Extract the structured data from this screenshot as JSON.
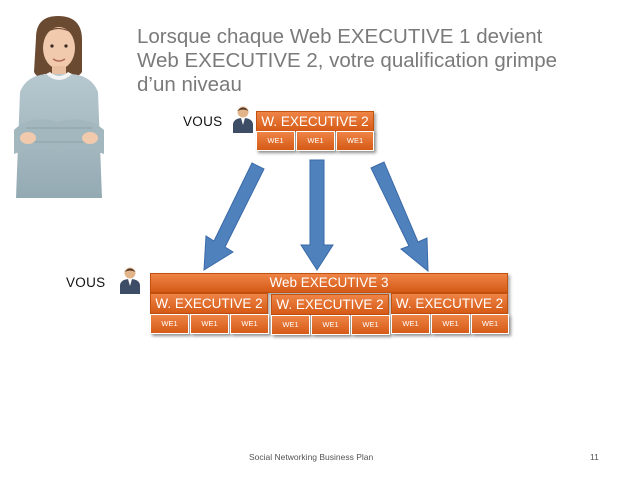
{
  "slide": {
    "title_lines": [
      "Lorsque chaque Web EXECUTIVE 1 devient",
      "Web EXECUTIVE 2, votre qualification grimpe",
      "d’un niveau"
    ],
    "top": {
      "vous": "VOUS",
      "we2_label": "W. EXECUTIVE 2",
      "we1_labels": [
        "WE1",
        "WE1",
        "WE1"
      ]
    },
    "bottom": {
      "vous": "VOUS",
      "we3_label": "Web EXECUTIVE 3",
      "groups": [
        {
          "label": "W. EXECUTIVE 2",
          "we1": [
            "WE1",
            "WE1",
            "WE1"
          ]
        },
        {
          "label": "W. EXECUTIVE 2",
          "we1": [
            "WE1",
            "WE1",
            "WE1"
          ]
        },
        {
          "label": "W. EXECUTIVE 2",
          "we1": [
            "WE1",
            "WE1",
            "WE1"
          ]
        }
      ]
    },
    "footer": {
      "text": "Social Networking Business Plan",
      "page_number": "11"
    }
  },
  "colors": {
    "box_orange": "#e06a26",
    "arrow_blue": "#4f81bd",
    "title_gray": "#7a7a7a"
  },
  "icons": [
    "person-icon",
    "arrow-down-icon"
  ]
}
